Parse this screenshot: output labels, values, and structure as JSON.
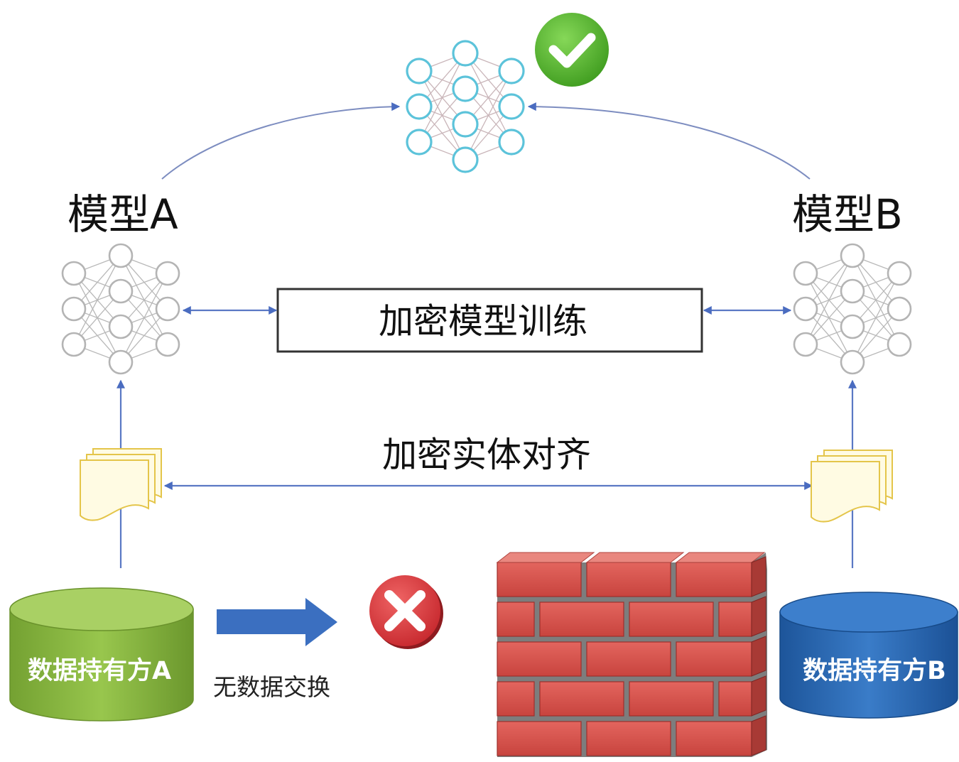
{
  "labels": {
    "model_a": "模型A",
    "model_b": "模型B",
    "encrypted_training": "加密模型训练",
    "encrypted_alignment": "加密实体对齐",
    "no_data_exchange": "无数据交换",
    "holder_a": "数据持有方A",
    "holder_b": "数据持有方B"
  },
  "icons": {
    "shared_model": "neural-network-icon",
    "local_model": "neural-network-icon",
    "success": "check-icon",
    "blocked": "cross-icon",
    "firewall": "brick-wall-icon",
    "records": "document-stack-icon",
    "data_store": "database-icon",
    "transfer": "right-arrow-icon"
  },
  "colors": {
    "arrow": "#5a78c4",
    "shared_model_node": "#5cc3da",
    "shared_model_edge": "#c9b5b9",
    "local_model_node": "#b4b4b4",
    "local_model_edge": "#b8b8b8",
    "check": "#4caf2a",
    "cross": "#d8363a",
    "holder_a": "#8ab843",
    "holder_b": "#2a6bb5",
    "transfer_arrow": "#3b6fc0",
    "brick": "#d9534f",
    "brick_top": "#e9877f",
    "brick_side": "#a83a35",
    "mortar": "#7d7d7d",
    "document": "#fffbe3",
    "document_stroke": "#e4c54a"
  }
}
